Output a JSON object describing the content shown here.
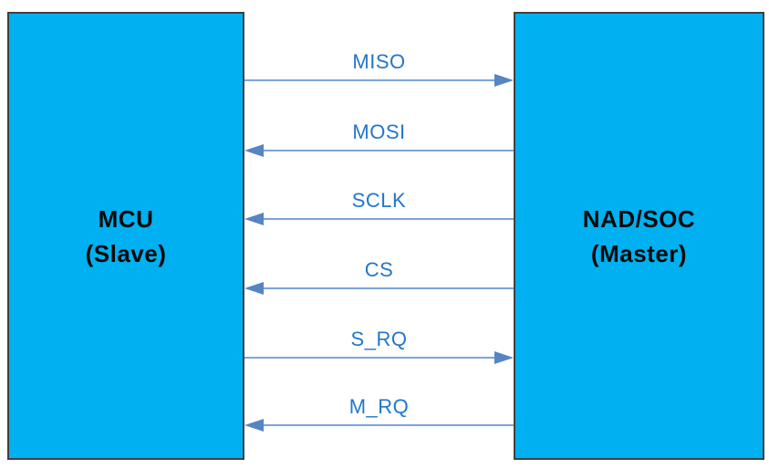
{
  "boxes": {
    "left": {
      "title": "MCU",
      "subtitle": "(Slave)"
    },
    "right": {
      "title": "NAD/SOC",
      "subtitle": "(Master)"
    }
  },
  "signals": [
    {
      "label": "MISO",
      "direction": "slave-to-master"
    },
    {
      "label": "MOSI",
      "direction": "master-to-slave"
    },
    {
      "label": "SCLK",
      "direction": "master-to-slave"
    },
    {
      "label": "CS",
      "direction": "master-to-slave"
    },
    {
      "label": "S_RQ",
      "direction": "slave-to-master"
    },
    {
      "label": "M_RQ",
      "direction": "master-to-slave"
    }
  ],
  "colors": {
    "box-fill": "#00B0F0",
    "box-border": "#404040",
    "box-text": "#0A0A0A",
    "label-blue": "#2277CA",
    "arrow-shaft": "#7BA4DC",
    "arrow-head": "#5585C2",
    "background": "#FFFFFF"
  }
}
